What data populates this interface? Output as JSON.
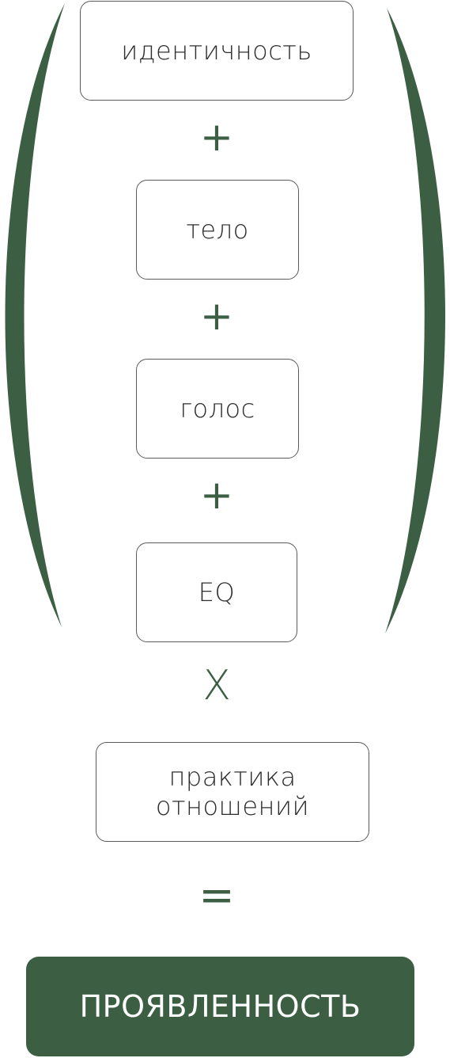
{
  "colors": {
    "accent": "#3c5f44",
    "box_border": "#5b5b5b",
    "text": "#2e2e2e",
    "result_text": "#ffffff"
  },
  "terms": [
    {
      "label": "идентичность"
    },
    {
      "label": "тело"
    },
    {
      "label": "голос"
    },
    {
      "label": "EQ"
    }
  ],
  "operators": {
    "plus": "+",
    "times": "X",
    "equals": "="
  },
  "multiplier": {
    "line1": "практика",
    "line2": "отношений"
  },
  "result": {
    "label": "ПРОЯВЛЕННОСТЬ"
  }
}
